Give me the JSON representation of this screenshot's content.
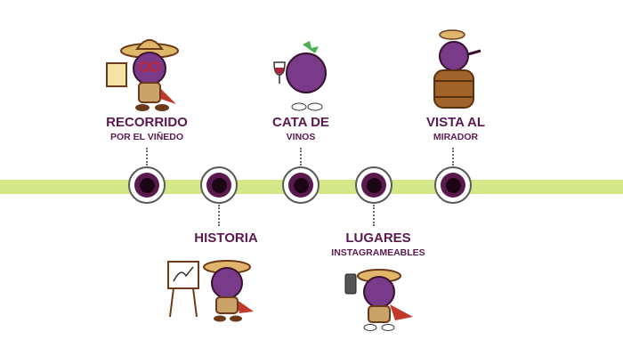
{
  "colors": {
    "text": "#5b1a4f",
    "band": "#d4e88a",
    "node_ring": "#5a5a5a",
    "node_fill": "#5a1a4e",
    "node_core": "#1c0616"
  },
  "stops": [
    {
      "title": "RECORRIDO",
      "subtitle": "POR EL VIÑEDO",
      "icon": "grape-explorer-with-map"
    },
    {
      "title": "HISTORIA",
      "subtitle": "",
      "icon": "grape-explorer-with-easel"
    },
    {
      "title": "CATA DE",
      "subtitle": "VINOS",
      "icon": "grape-with-wine-glass"
    },
    {
      "title": "LUGARES",
      "subtitle": "INSTAGRAMEABLES",
      "icon": "grape-explorer-with-phone"
    },
    {
      "title": "VISTA AL",
      "subtitle": "MIRADOR",
      "icon": "grape-on-barrel"
    }
  ]
}
